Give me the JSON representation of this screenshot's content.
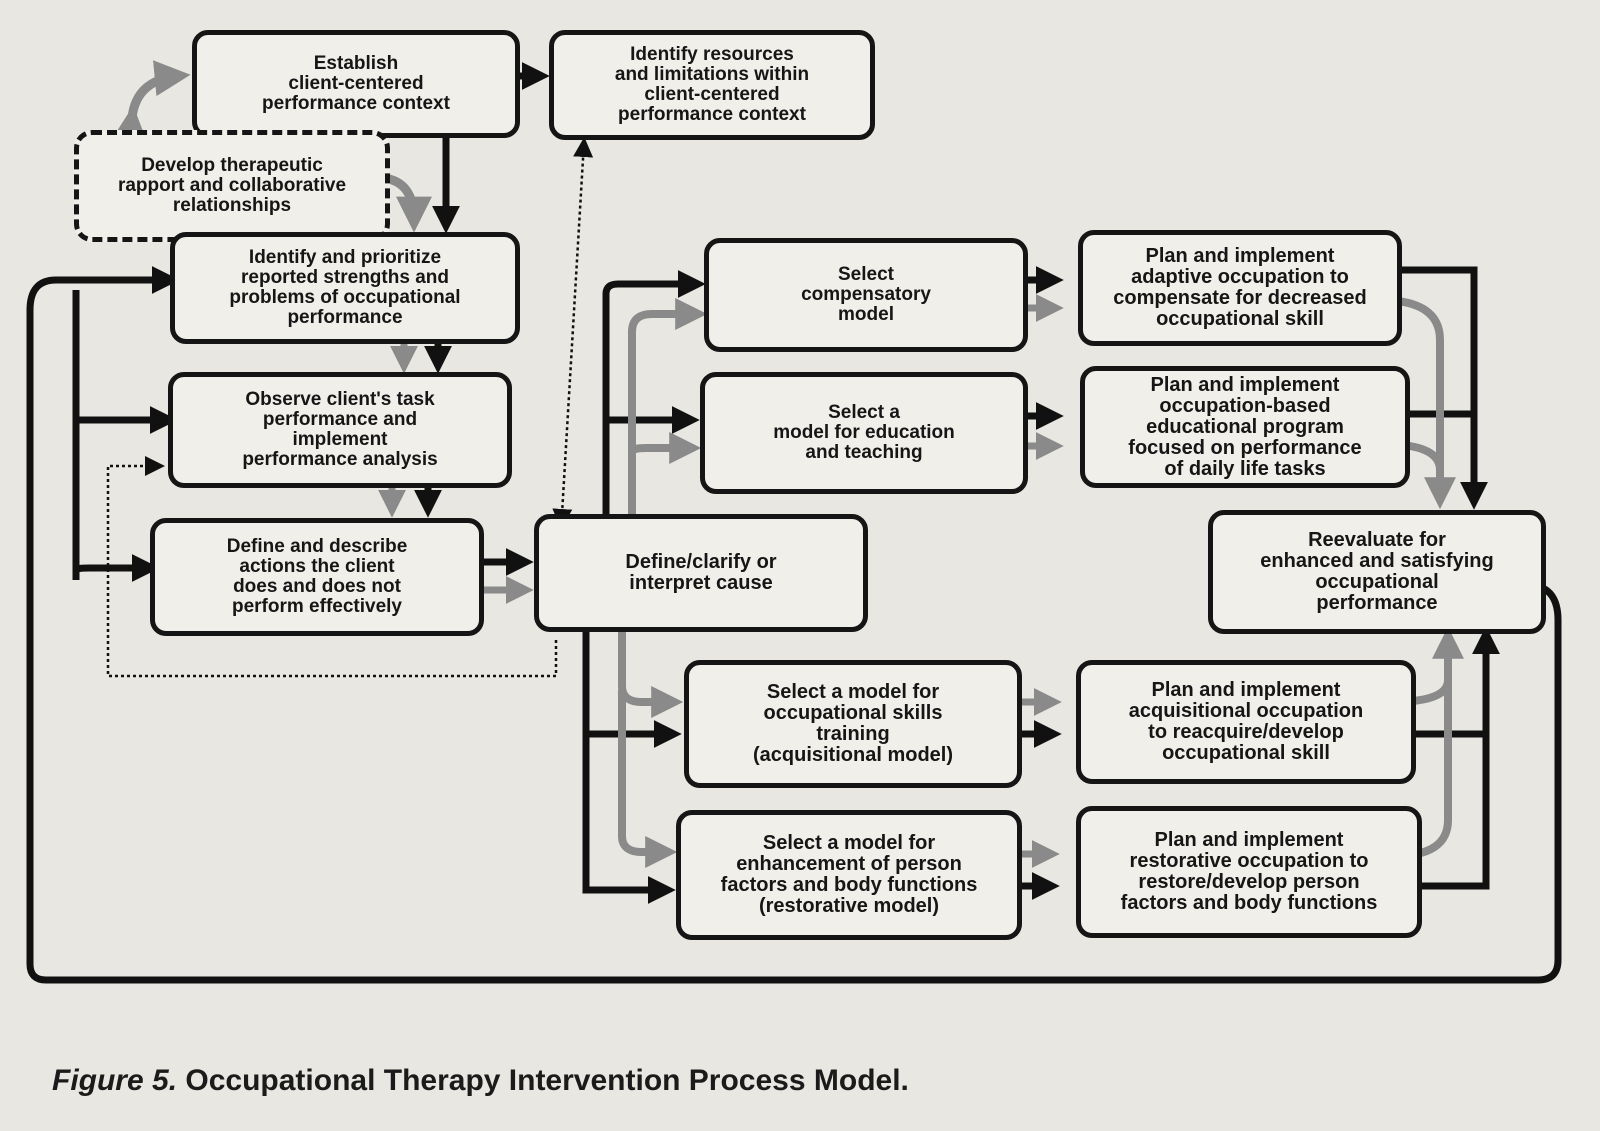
{
  "boxes": {
    "establish": "Establish\nclient-centered\nperformance context",
    "identify_resources": "Identify resources\nand limitations within\nclient-centered\nperformance context",
    "develop_rapport": "Develop therapeutic\nrapport and collaborative\nrelationships",
    "identify_prioritize": "Identify and prioritize\nreported strengths and\nproblems of occupational\nperformance",
    "observe": "Observe client's task\nperformance and\nimplement\nperformance analysis",
    "define_describe": "Define and describe\nactions the client\ndoes and does not\nperform effectively",
    "define_cause": "Define/clarify or\ninterpret cause",
    "select_compensatory": "Select\ncompensatory\nmodel",
    "select_education": "Select a\nmodel for education\nand teaching",
    "select_acquisitional": "Select a model for\noccupational skills\ntraining\n(acquisitional model)",
    "select_restorative": "Select a model for\nenhancement of person\nfactors and body functions\n(restorative model)",
    "plan_adaptive": "Plan and implement\nadaptive occupation to\ncompensate for decreased\noccupational skill",
    "plan_educational": "Plan and implement\noccupation-based\neducational program\nfocused on performance\nof daily life tasks",
    "plan_acquisitional": "Plan and implement\nacquisitional occupation\nto reacquire/develop\noccupational skill",
    "plan_restorative": "Plan and implement\nrestorative occupation to\nrestore/develop person\nfactors and body functions",
    "reevaluate": "Reevaluate for\nenhanced and satisfying\noccupational\nperformance"
  },
  "caption": {
    "label": "Figure 5.",
    "title": "Occupational Therapy Intervention Process Model."
  },
  "colors": {
    "background": "#e9e7e1",
    "box_border": "#151515",
    "black_arrow": "#111111",
    "gray_arrow": "#8a8a8a"
  }
}
